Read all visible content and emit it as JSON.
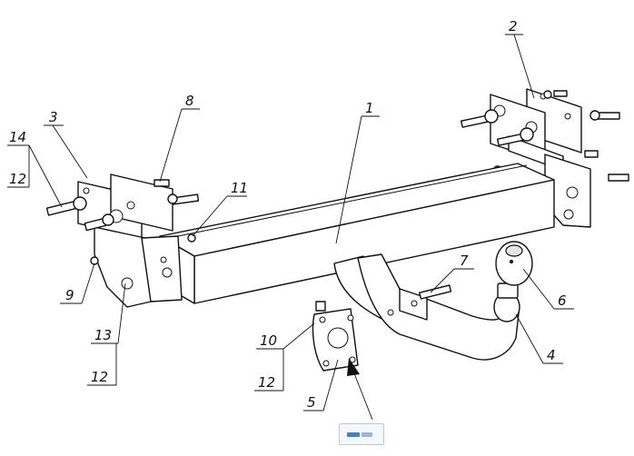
{
  "callouts": [
    {
      "id": "1",
      "text": "1"
    },
    {
      "id": "2",
      "text": "2"
    },
    {
      "id": "3",
      "text": "3"
    },
    {
      "id": "4",
      "text": "4"
    },
    {
      "id": "5",
      "text": "5"
    },
    {
      "id": "6",
      "text": "6"
    },
    {
      "id": "7",
      "text": "7"
    },
    {
      "id": "8",
      "text": "8"
    },
    {
      "id": "9",
      "text": "9"
    },
    {
      "id": "10",
      "text": "10"
    },
    {
      "id": "11",
      "text": "11"
    },
    {
      "id": "12a",
      "text": "12"
    },
    {
      "id": "12b",
      "text": "12"
    },
    {
      "id": "12c",
      "text": "12"
    },
    {
      "id": "13",
      "text": "13"
    },
    {
      "id": "14",
      "text": "14"
    }
  ]
}
